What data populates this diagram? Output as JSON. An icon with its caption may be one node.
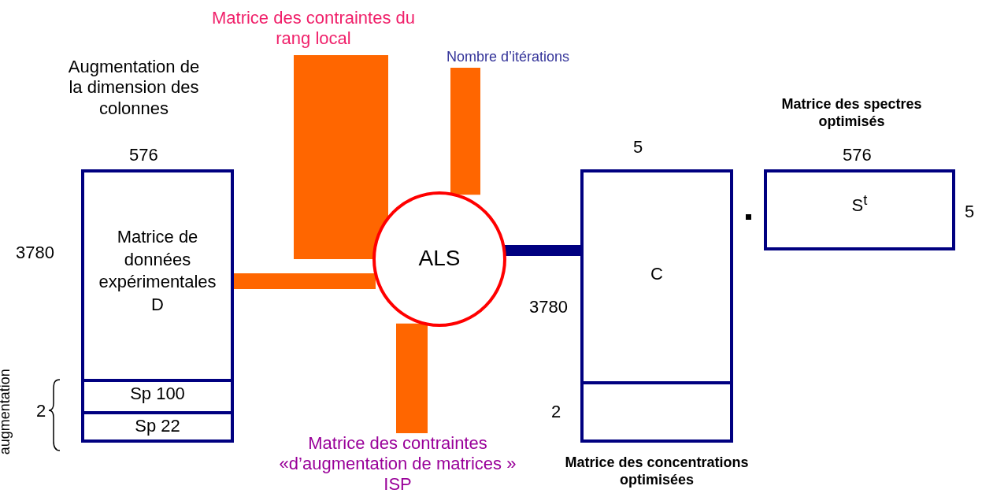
{
  "diagram": {
    "nodes": [
      {
        "text": [
          "Matrice de données expérimentales D"
        ],
        "beside": [
          "576",
          "3780"
        ]
      },
      {
        "text": [
          "Sp 100"
        ],
        "in": 0
      },
      {
        "text": [
          "Sp 22"
        ],
        "in": 0
      },
      {
        "text": [
          "ALS"
        ]
      },
      {
        "text": [
          "C",
          "Matrice des concentrations optimisées"
        ],
        "beside": [
          "5",
          "3780",
          "2"
        ]
      },
      {
        "text": [],
        "shape": "box",
        "in": 4
      },
      {
        "text": [
          "Matrice des spectres optimisés",
          "S$^{t}$"
        ],
        "beside": [
          "576",
          "5"
        ]
      },
      {
        "text": [
          "Matrice des contraintes du rang local"
        ]
      },
      {
        "text": [
          "Nombre d’itérations"
        ]
      },
      {
        "text": [
          "Matrice des contraintes «d’augmentation de matrices » ISP"
        ]
      }
    ],
    "edges": [
      {
        "from": 0,
        "to": 3,
        "arrow": "none"
      },
      {
        "from": 7,
        "to": 3,
        "arrow": "none",
        "style": "thick"
      },
      {
        "from": 8,
        "to": 3,
        "arrow": "none"
      },
      {
        "from": 9,
        "to": 3,
        "arrow": "none"
      },
      {
        "from": 3,
        "to": 4,
        "arrow": "none",
        "color": "#000080"
      }
    ],
    "labels": [
      "Augmentation de la dimension des colonnes",
      "2",
      "augmentation"
    ]
  }
}
